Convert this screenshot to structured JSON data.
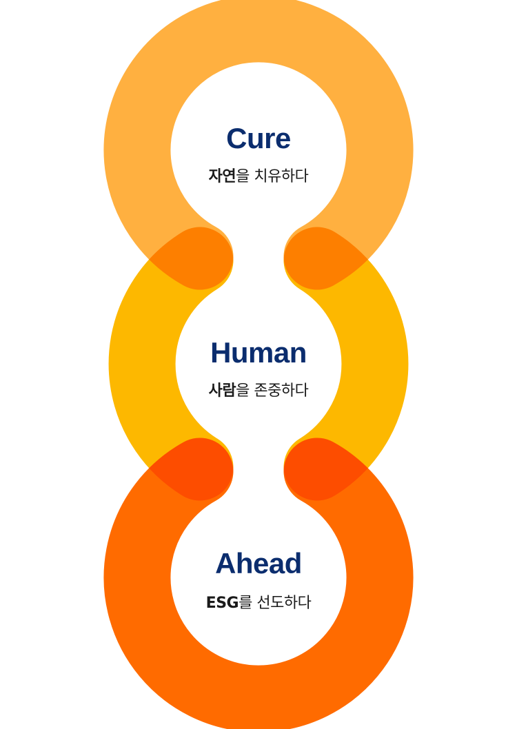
{
  "colors": {
    "cure": "#ffb040",
    "human": "#fdb800",
    "ahead": "#ff6b00",
    "title": "#0b2d6e"
  },
  "rings": [
    {
      "title": "Cure",
      "sub_bold": "자연",
      "sub_rest": "을 치유하다"
    },
    {
      "title": "Human",
      "sub_bold": "사람",
      "sub_rest": "을 존중하다"
    },
    {
      "title": "Ahead",
      "sub_bold": "ESG",
      "sub_rest": "를 선도하다"
    }
  ]
}
